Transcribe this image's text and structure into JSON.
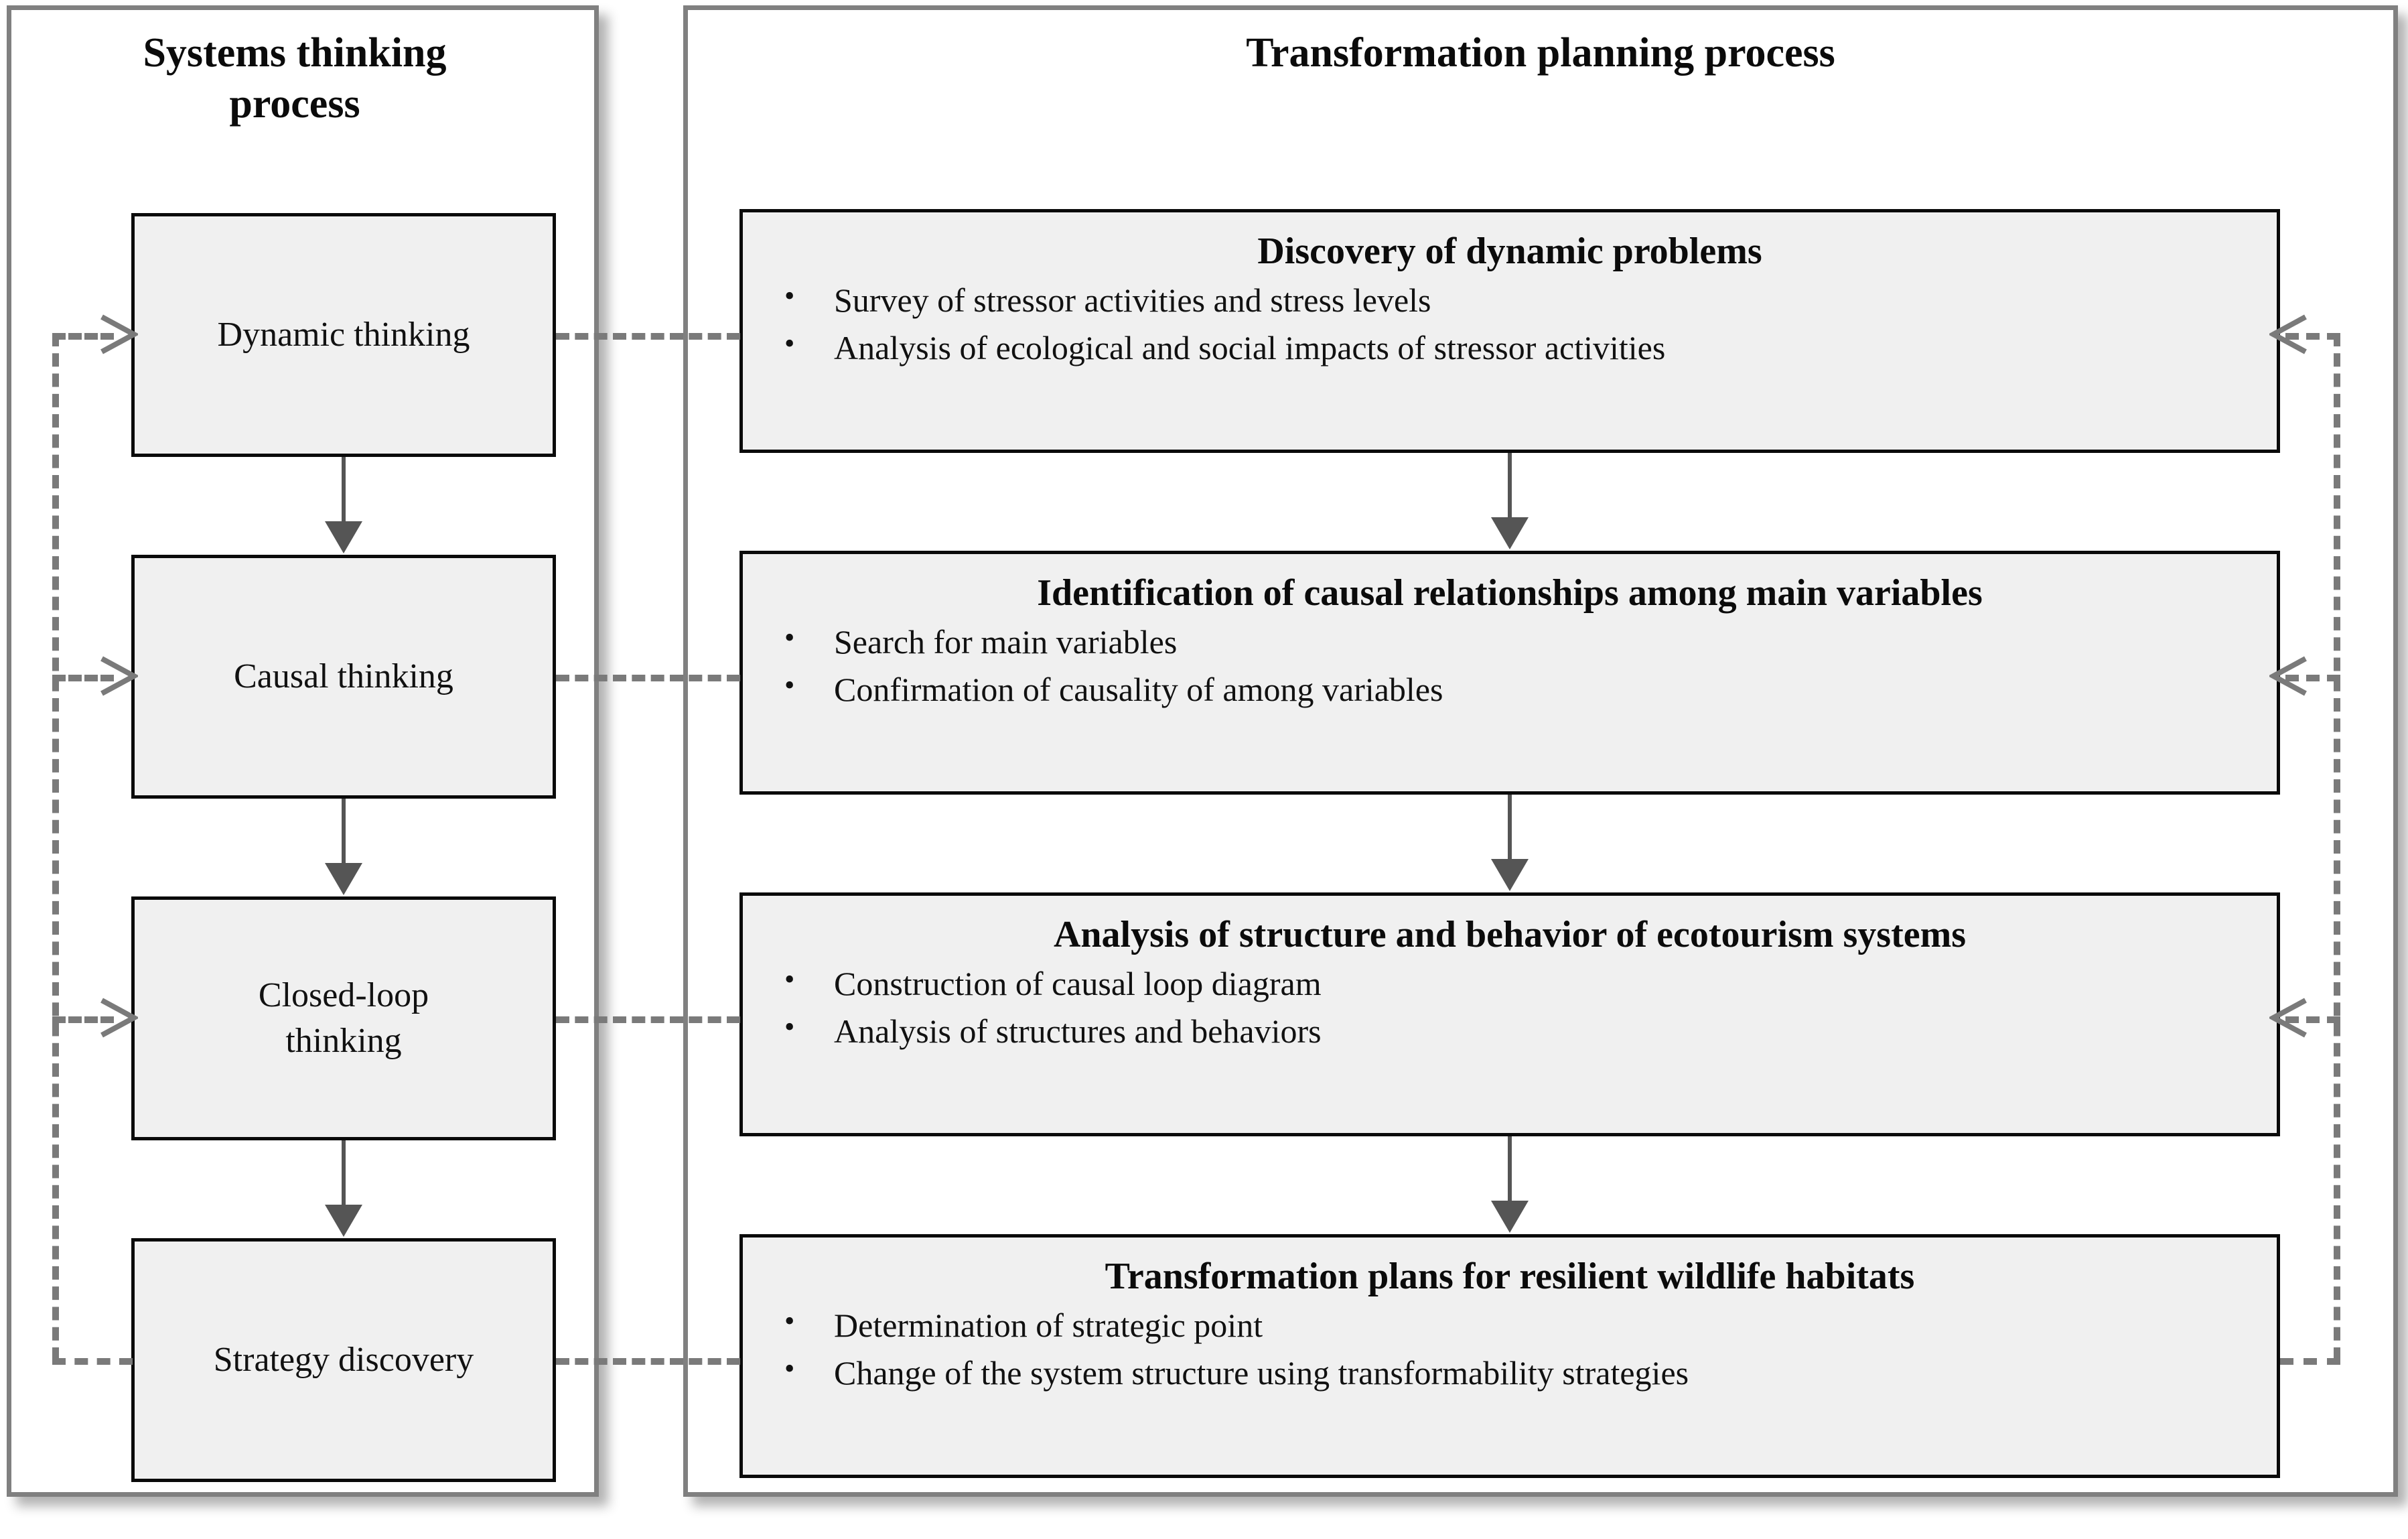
{
  "panels": {
    "left": {
      "title": "Systems thinking\nprocess"
    },
    "right": {
      "title": "Transformation planning process"
    }
  },
  "systems_thinking_steps": [
    {
      "label": "Dynamic thinking"
    },
    {
      "label": "Causal thinking"
    },
    {
      "label": "Closed-loop\nthinking"
    },
    {
      "label": "Strategy discovery"
    }
  ],
  "transformation_stages": [
    {
      "title": "Discovery of dynamic problems",
      "bullets": [
        "Survey of stressor activities and stress levels",
        "Analysis of ecological and social impacts of stressor activities"
      ]
    },
    {
      "title": "Identification of causal relationships among main variables",
      "bullets": [
        "Search for main variables",
        "Confirmation of causality of among variables"
      ]
    },
    {
      "title": "Analysis of structure and behavior of ecotourism systems",
      "bullets": [
        "Construction of causal loop diagram",
        "Analysis of structures and behaviors"
      ]
    },
    {
      "title": "Transformation plans for resilient wildlife habitats",
      "bullets": [
        "Determination of strategic point",
        "Change of the system structure using transformability strategies"
      ]
    }
  ],
  "colors": {
    "panel_border": "#808080",
    "box_border": "#0a0a0a",
    "box_fill": "#f0f0f0",
    "arrow_solid": "#555555",
    "arrow_dashed": "#7a7a7a",
    "text": "#111111",
    "page_background": "#ffffff"
  }
}
